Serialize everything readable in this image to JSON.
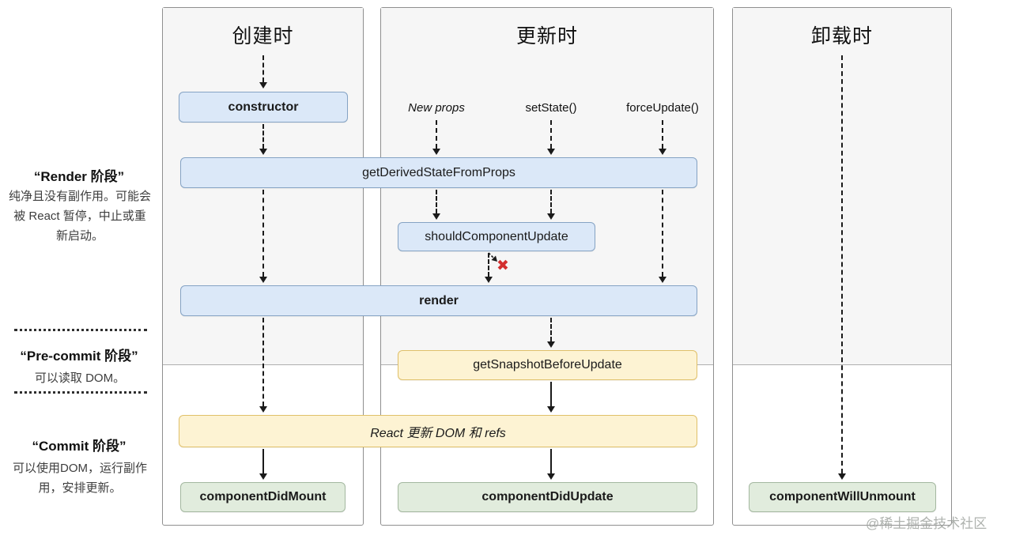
{
  "sidebar": {
    "render_phase": {
      "title": "“Render 阶段”",
      "description": "纯净且没有副作用。可能会被 React 暂停，中止或重新启动。"
    },
    "precommit_phase": {
      "title": "“Pre-commit 阶段”",
      "description": "可以读取 DOM。"
    },
    "commit_phase": {
      "title": "“Commit 阶段”",
      "description": "可以使用DOM，运行副作用，安排更新。"
    }
  },
  "columns": {
    "mount": {
      "title": "创建时"
    },
    "update": {
      "title": "更新时",
      "triggers": [
        "New props",
        "setState()",
        "forceUpdate()"
      ]
    },
    "unmount": {
      "title": "卸载时"
    }
  },
  "boxes": {
    "constructor": "constructor",
    "get_derived_state_from_props": "getDerivedStateFromProps",
    "should_component_update": "shouldComponentUpdate",
    "render": "render",
    "get_snapshot_before_update": "getSnapshotBeforeUpdate",
    "react_updates_dom": "React 更新 DOM 和 refs",
    "component_did_mount": "componentDidMount",
    "component_did_update": "componentDidUpdate",
    "component_will_unmount": "componentWillUnmount"
  },
  "marks": {
    "false_branch": "✖"
  },
  "watermark": "@稀土掘金技术社区",
  "colors": {
    "box_blue_fill": "#dbe8f8",
    "box_blue_border": "#85a3c4",
    "box_yellow_fill": "#fdf3d3",
    "box_yellow_border": "#e0c069",
    "box_green_fill": "#e1ecdd",
    "box_green_border": "#a4b8a0",
    "false_branch_x": "#d32f2f",
    "render_phase_shade": "#f6f6f6"
  }
}
